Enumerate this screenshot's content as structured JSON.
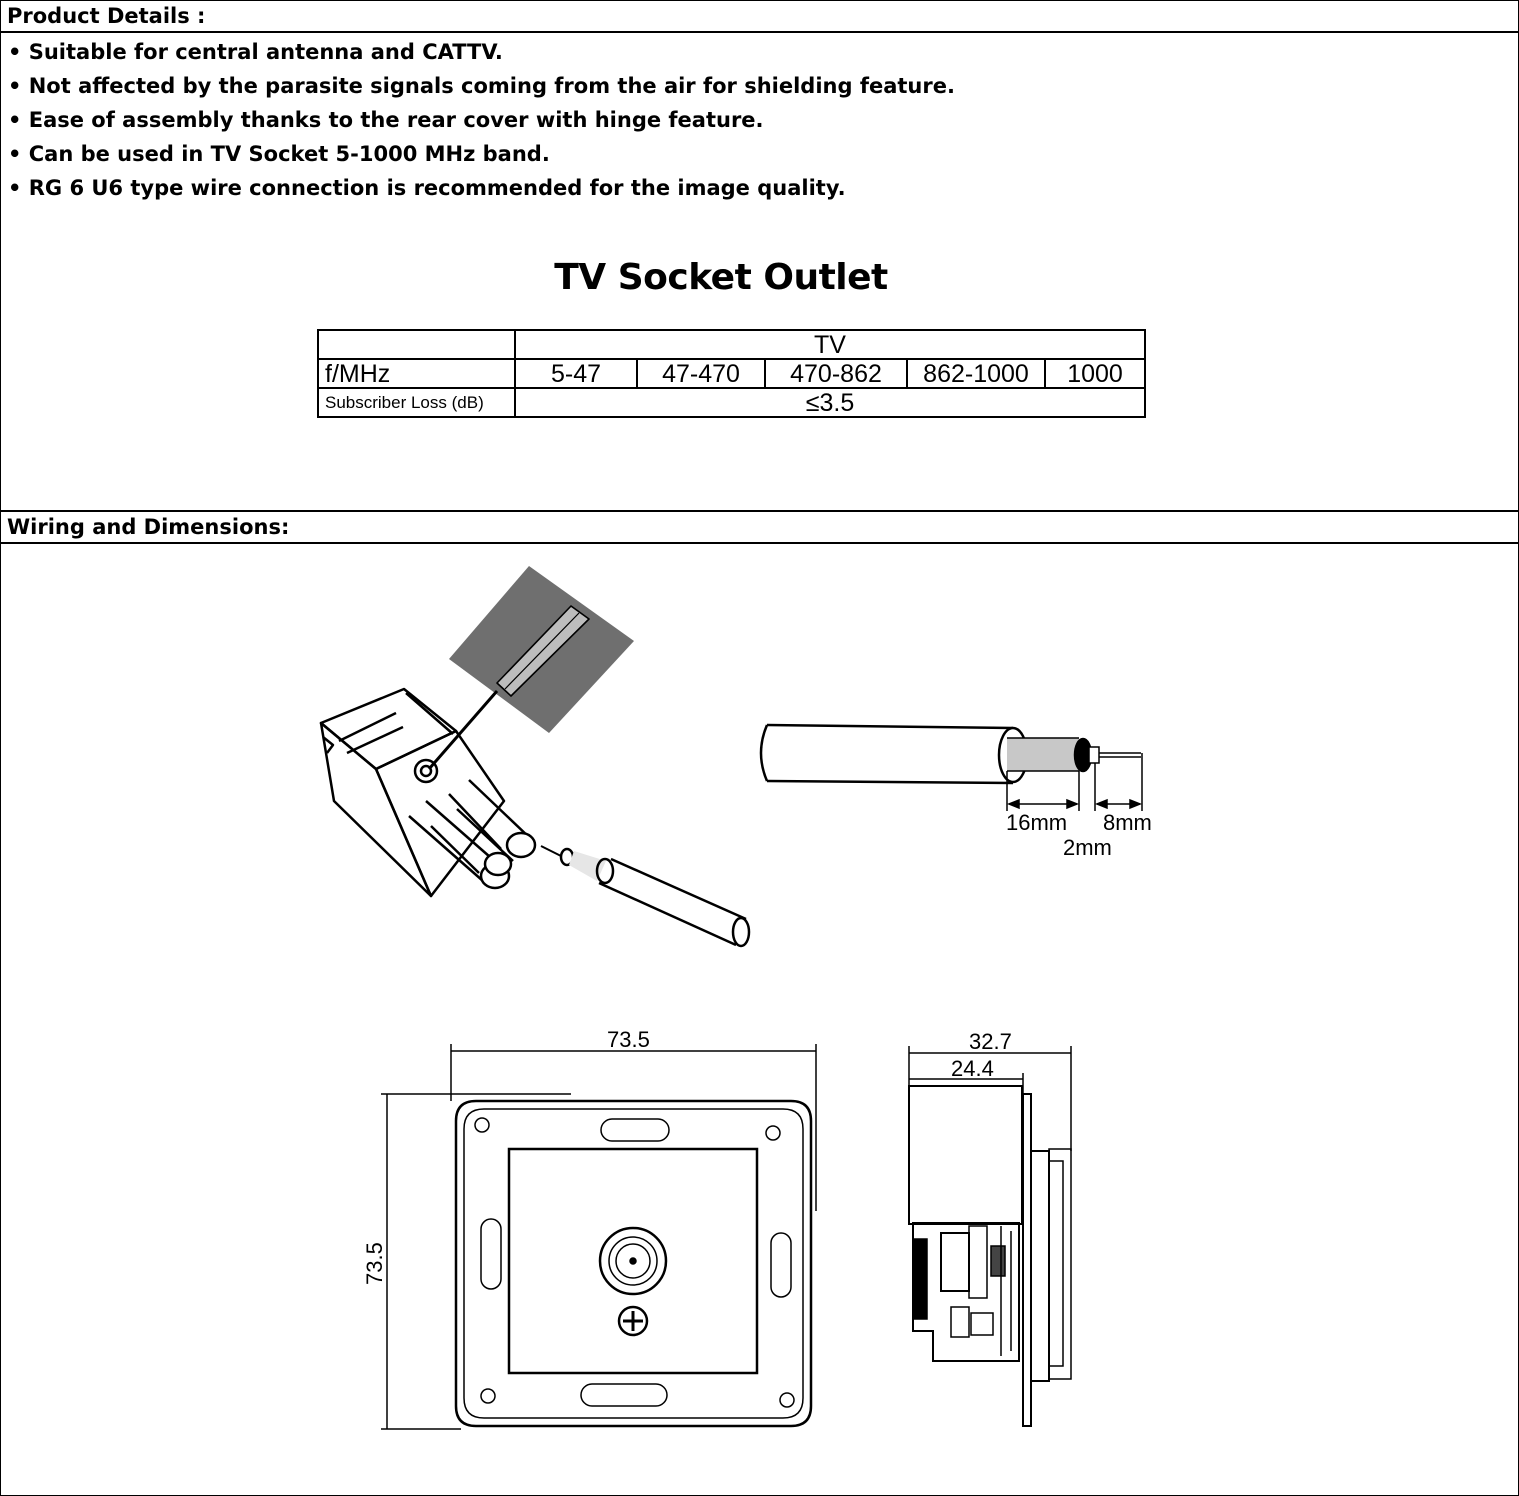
{
  "product_details": {
    "header": "Product Details :",
    "bullets": [
      "• Suitable for central antenna and CATTV.",
      "• Not affected by the parasite signals coming from the air for shielding feature.",
      "• Ease of assembly thanks to the rear cover with hinge feature.",
      "• Can be used in TV Socket 5-1000 MHz band.",
      "• RG 6 U6 type wire connection is recommended for the image quality."
    ]
  },
  "spec": {
    "title": "TV Socket Outlet",
    "group_header": "TV",
    "row1_label": "f/MHz",
    "bands": [
      "5-47",
      "47-470",
      "470-862",
      "862-1000",
      "1000"
    ],
    "row2_label": "Subscriber Loss  (dB)",
    "loss_value": "≤3.5"
  },
  "wiring": {
    "header": "Wiring and Dimensions:",
    "strip_dims": {
      "shield": "16mm",
      "core": "8mm",
      "gap": "2mm"
    },
    "front_dims": {
      "width": "73.5",
      "height": "73.5"
    },
    "side_dims": {
      "total_depth": "32.7",
      "body_depth": "24.4"
    }
  }
}
